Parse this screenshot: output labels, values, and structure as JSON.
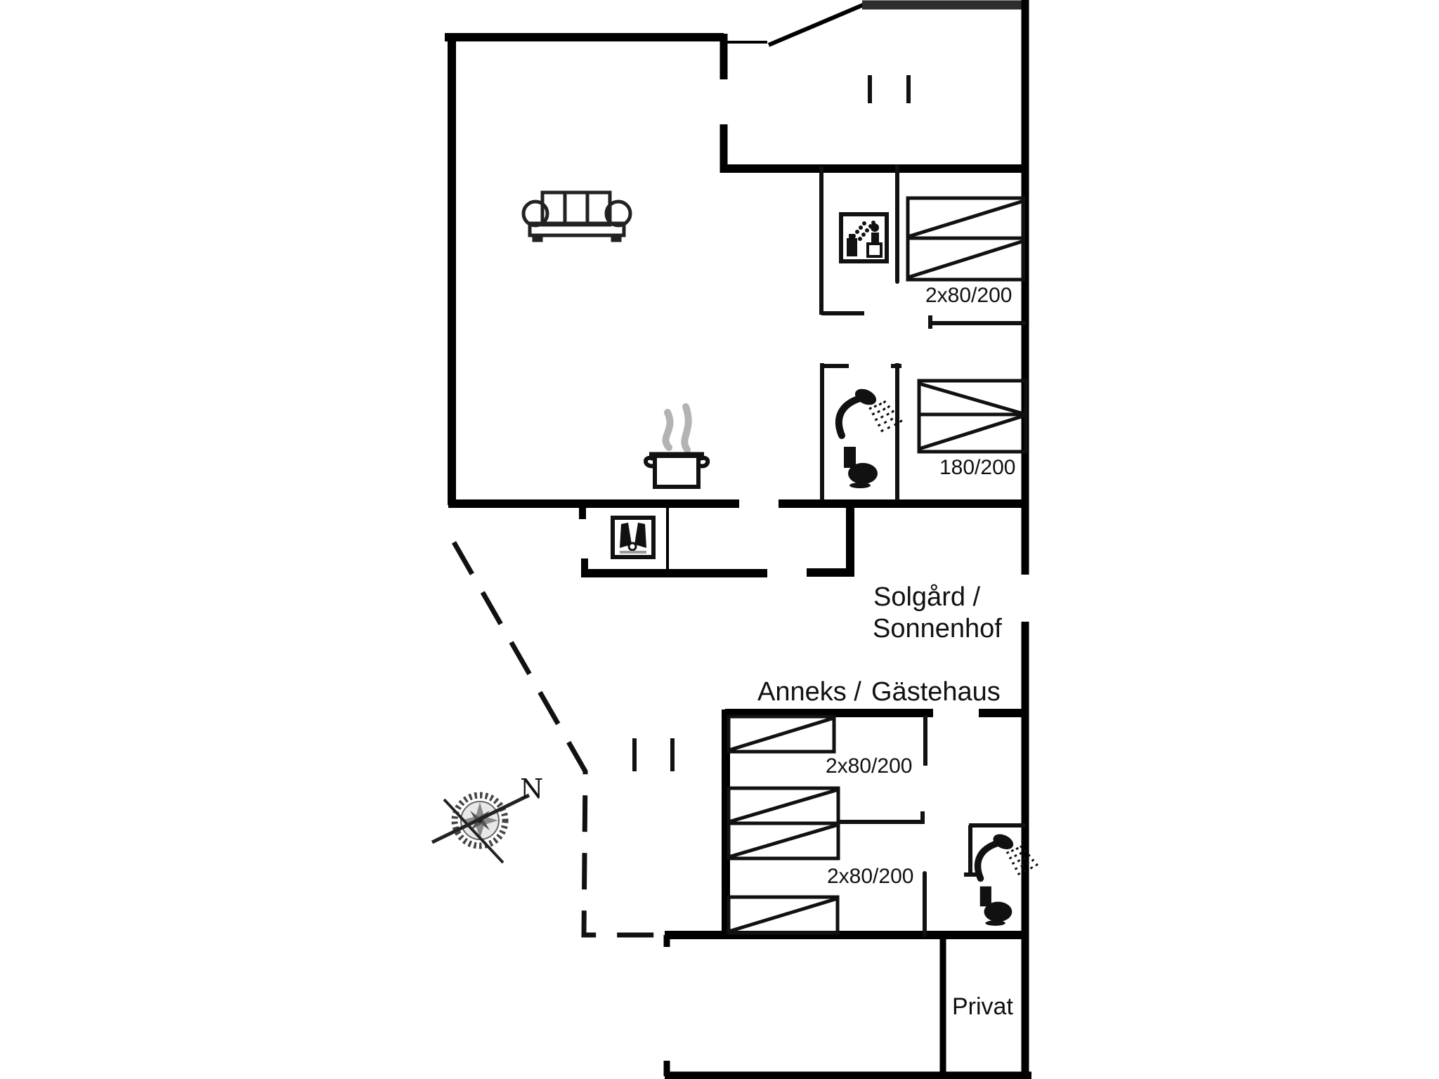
{
  "title": "Holiday house floor plan",
  "colors": {
    "background": "#ffffff",
    "walls": "#000000",
    "thin_lines": "#111111",
    "steam": "#b3b3b3",
    "compass": "#444444"
  },
  "main_house": {
    "bedroom1_bed_label": "2x80/200",
    "bedroom2_bed_label": "180/200"
  },
  "courtyard": {
    "label_line1": "Solgård /",
    "label_line2": "Sonnenhof"
  },
  "annex": {
    "title_left": "Anneks /",
    "title_right": "Gästehaus",
    "bed_label_top": "2x80/200",
    "bed_label_bottom": "2x80/200",
    "private_room_label": "Privat"
  },
  "compass": {
    "north_label": "N"
  },
  "icons": {
    "sofa": "three-seat sofa",
    "stove-pot": "steaming cooking pot",
    "wood-stove": "wood stove / fireplace box",
    "sauna": "sauna room pictogram",
    "shower": "shower head with spray",
    "toilet": "toilet",
    "compass-rose": "compass rose, needle pointing north-east",
    "window-marks": "double tick opening marks",
    "boundary": "dashed plot boundary"
  }
}
